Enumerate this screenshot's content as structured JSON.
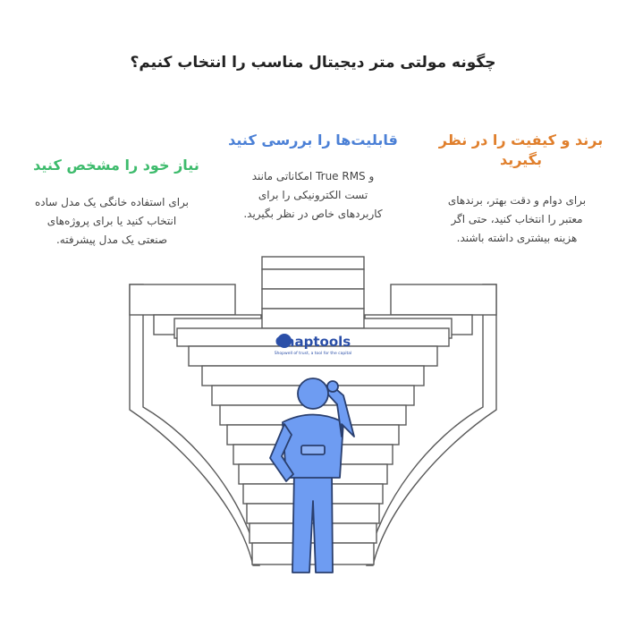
{
  "title": "چگونه مولتی متر دیجیتال مناسب را انتخاب کنیم؟",
  "columns": {
    "right": {
      "heading_line1": "برند و کیفیت را در نظر",
      "heading_line2": "بگیرید",
      "text_line1": "برای دوام و دقت بهتر، برندهای",
      "text_line2": "معتبر را انتخاب کنید، حتی اگر",
      "text_line3": "هزینه بیشتری داشته باشند.",
      "color": "#e07f2c"
    },
    "middle": {
      "heading": "قابلیت‌ها را بررسی کنید",
      "text_line1": "و True RMS امکاناتی مانند",
      "text_line2": "تست الکترونیکی را برای",
      "text_line3": "کاربردهای خاص در نظر بگیرید.",
      "color": "#4b80d6"
    },
    "left": {
      "heading": "نیاز خود را مشخص کنید",
      "text_line1": "برای استفاده خانگی یک مدل ساده",
      "text_line2": "انتخاب کنید یا برای پروژه‌های",
      "text_line3": "صنعتی یک مدل پیشرفته.",
      "color": "#3dbb6c"
    }
  },
  "logo": {
    "name": "Chaptools",
    "tagline": "Shopwell of trust, a tool for the capital"
  },
  "figure_color": "#6e9cf2"
}
